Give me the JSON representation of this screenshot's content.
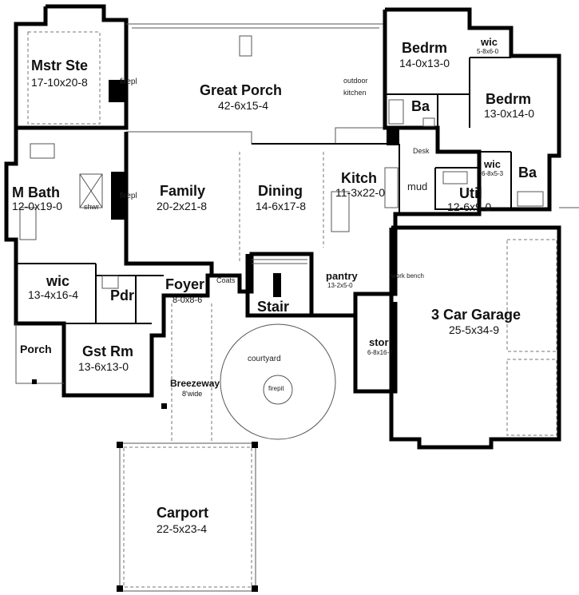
{
  "rooms": {
    "mstr_ste": {
      "name": "Mstr Ste",
      "dim": "17-10x20-8"
    },
    "great_porch": {
      "name": "Great Porch",
      "dim": "42-6x15-4"
    },
    "bedrm1": {
      "name": "Bedrm",
      "dim": "14-0x13-0"
    },
    "bedrm2": {
      "name": "Bedrm",
      "dim": "13-0x14-0"
    },
    "wic_top": {
      "name": "wic",
      "dim": "5-8x6-0"
    },
    "ba_top": {
      "name": "Ba"
    },
    "ba_right": {
      "name": "Ba"
    },
    "wic_right": {
      "name": "wic",
      "dim": "6-8x5-3"
    },
    "m_bath": {
      "name": "M Bath",
      "dim": "12-0x19-0"
    },
    "family": {
      "name": "Family",
      "dim": "20-2x21-8"
    },
    "dining": {
      "name": "Dining",
      "dim": "14-6x17-8"
    },
    "kitch": {
      "name": "Kitch",
      "dim": "11-3x22-0"
    },
    "util": {
      "name": "Util",
      "dim": "12-6x9-0"
    },
    "wic_master": {
      "name": "wic",
      "dim": "13-4x16-4"
    },
    "pdr": {
      "name": "Pdr"
    },
    "foyer": {
      "name": "Foyer",
      "dim": "8-0x8-6"
    },
    "stair": {
      "name": "Stair"
    },
    "pantry": {
      "name": "pantry",
      "dim": "13-2x5-0"
    },
    "garage": {
      "name": "3 Car Garage",
      "dim": "25-5x34-9"
    },
    "stor": {
      "name": "stor",
      "dim": "6-8x16-2"
    },
    "porch": {
      "name": "Porch"
    },
    "gst_rm": {
      "name": "Gst Rm",
      "dim": "13-6x13-0"
    },
    "breezeway": {
      "name": "Breezeway",
      "dim": "8'wide"
    },
    "carport": {
      "name": "Carport",
      "dim": "22-5x23-4"
    }
  },
  "labels": {
    "firepl_master": "firepl",
    "firepl_family": "firepl",
    "outdoor": "outdoor",
    "kitchen": "kitchen",
    "desk": "Desk",
    "mud": "mud",
    "shwr": "shwr",
    "coats": "Coats",
    "work_bench": "work bench",
    "courtyard": "courtyard",
    "firepit": "firepit"
  }
}
